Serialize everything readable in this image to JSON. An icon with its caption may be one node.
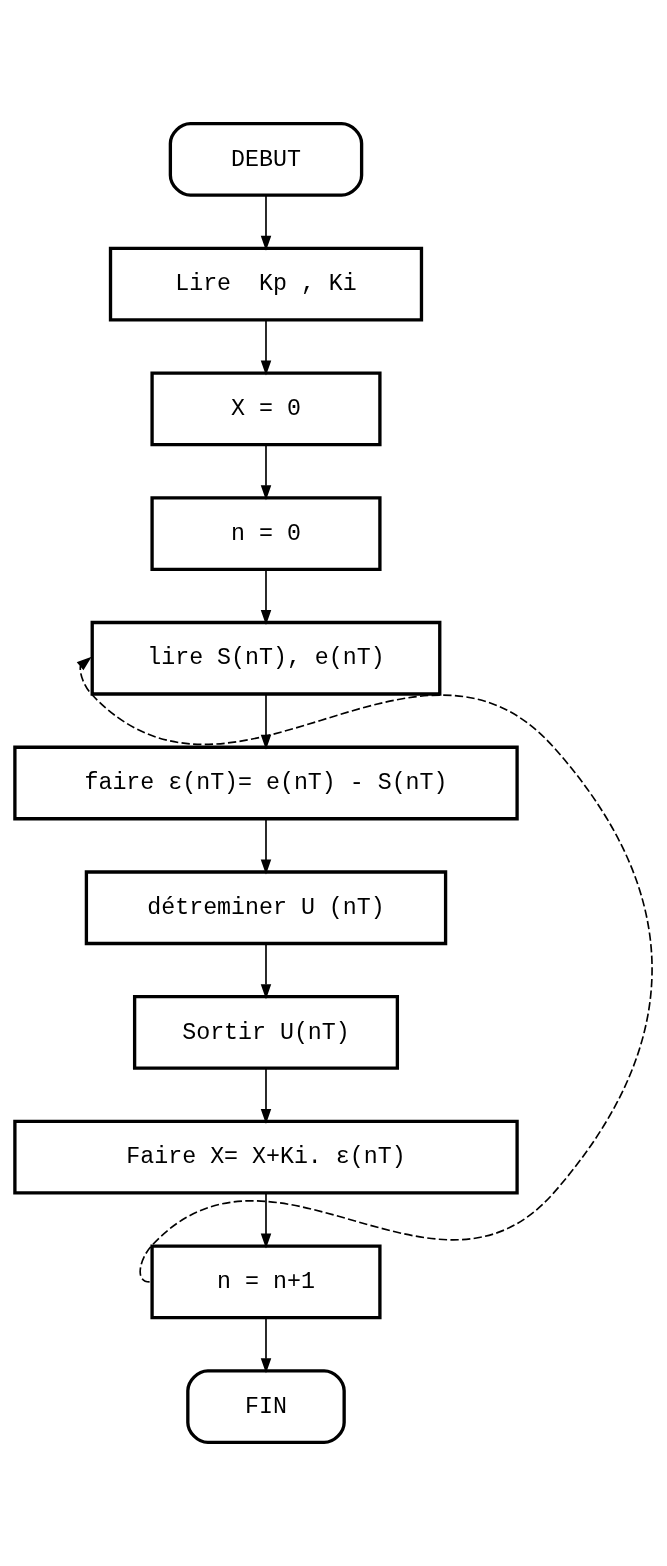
{
  "diagram": {
    "nodes": [
      {
        "text": [
          "DEBUT"
        ]
      },
      {
        "text": [
          "Lire  Kp , Ki"
        ]
      },
      {
        "text": [
          "X = 0"
        ]
      },
      {
        "text": [
          "n = 0"
        ]
      },
      {
        "text": [
          "lire S(nT), e(nT)"
        ]
      },
      {
        "text": [
          "faire ε(nT)= e(nT) - S(nT)"
        ]
      },
      {
        "text": [
          "détreminer U (nT)"
        ]
      },
      {
        "text": [
          "Sortir U(nT)"
        ]
      },
      {
        "text": [
          "Faire X= X+Ki. ε(nT)"
        ]
      },
      {
        "text": [
          "n = n+1"
        ]
      },
      {
        "text": [
          "FIN"
        ]
      }
    ],
    "edges": [
      {
        "from": 0,
        "to": 1,
        "arrow": "to"
      },
      {
        "from": 1,
        "to": 2,
        "arrow": "to"
      },
      {
        "from": 2,
        "to": 3,
        "arrow": "to"
      },
      {
        "from": 3,
        "to": 4,
        "arrow": "to"
      },
      {
        "from": 4,
        "to": 5,
        "arrow": "to"
      },
      {
        "from": 5,
        "to": 6,
        "arrow": "to"
      },
      {
        "from": 6,
        "to": 7,
        "arrow": "to"
      },
      {
        "from": 7,
        "to": 8,
        "arrow": "to"
      },
      {
        "from": 8,
        "to": 9,
        "arrow": "to"
      },
      {
        "from": 9,
        "to": 10,
        "arrow": "to"
      },
      {
        "from": 9,
        "to": 4,
        "arrow": "to",
        "style": "dashed"
      }
    ]
  }
}
